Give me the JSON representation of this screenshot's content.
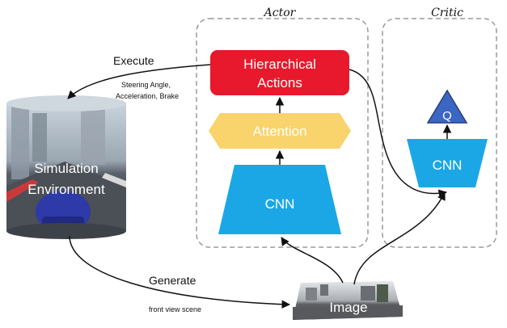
{
  "actor": {
    "title": "Actor"
  },
  "critic": {
    "title": "Critic"
  },
  "blocks": {
    "hierarchical_actions": [
      "Hierarchical",
      "Actions"
    ],
    "attention": "Attention",
    "actor_cnn": "CNN",
    "critic_cnn": "CNN",
    "q": "Q",
    "image": "Image"
  },
  "simulation": {
    "label_line1": "Simulation",
    "label_line2": "Environment"
  },
  "edges": {
    "execute": "Execute",
    "execute_detail_line1": "Steering Angle,",
    "execute_detail_line2": "Acceleration, Brake",
    "generate": "Generate",
    "generate_detail": "front view scene"
  },
  "colors": {
    "red_block": "#e8192c",
    "attention_block": "#f9d36b",
    "cnn_block": "#1ba7e6",
    "q_block": "#3b66c4",
    "dashed_border": "#9a9a9a"
  }
}
